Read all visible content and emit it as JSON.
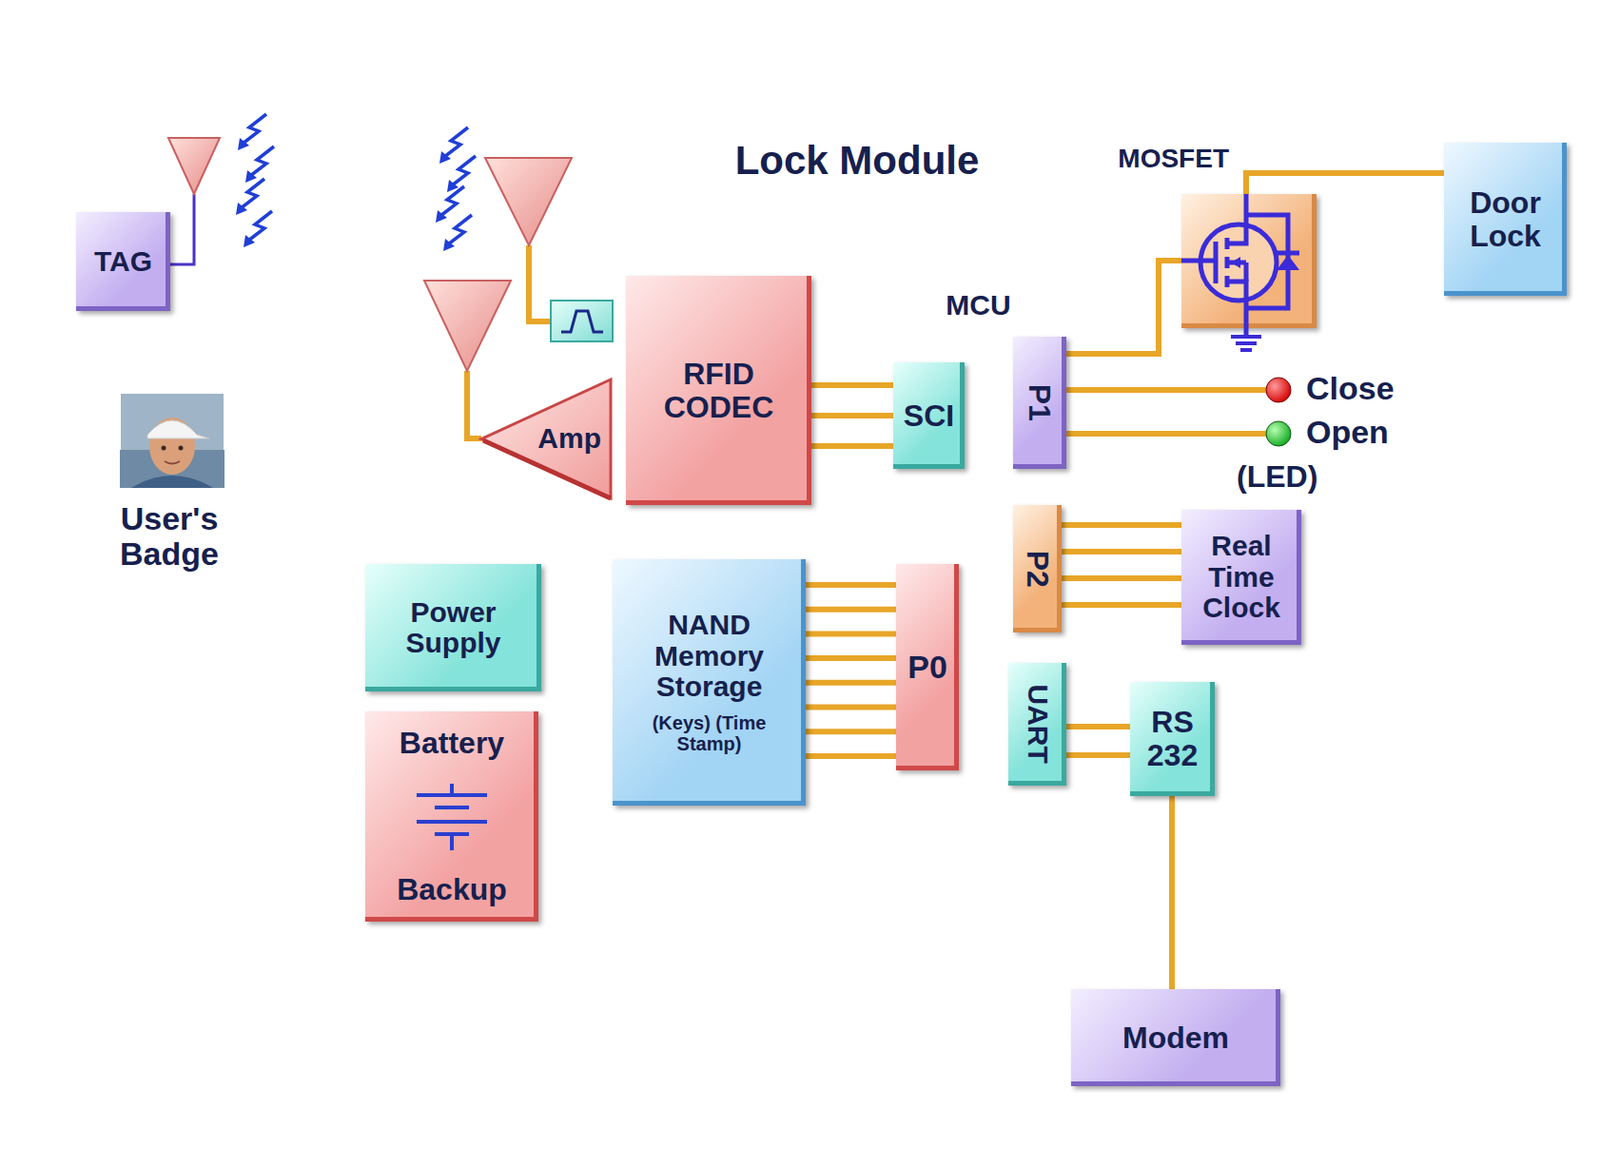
{
  "diagram": {
    "nodes": [
      {
        "text": [
          "User's Badge"
        ]
      },
      {
        "text": [
          "TAG"
        ],
        "in": 0
      },
      {
        "text": [
          "Lock Module"
        ]
      },
      {
        "text": [
          "MOSFET"
        ],
        "in": 2
      },
      {
        "text": [
          "Door Lock"
        ]
      },
      {
        "text": [
          "RFID CODEC"
        ],
        "in": 2
      },
      {
        "text": [
          "Amp"
        ],
        "in": 2
      },
      {
        "text": [
          "MCU"
        ],
        "in": 2
      },
      {
        "text": [
          "SCI"
        ],
        "in": 7
      },
      {
        "text": [
          "P1"
        ],
        "in": 7
      },
      {
        "text": [
          "P2"
        ],
        "in": 7
      },
      {
        "text": [
          "P0"
        ],
        "in": 7
      },
      {
        "text": [
          "UART"
        ],
        "in": 7
      },
      {
        "text": [
          "Real Time Clock"
        ],
        "in": 2
      },
      {
        "text": [
          "RS 232"
        ],
        "in": 2
      },
      {
        "text": [
          "NAND Memory Storage",
          "(Keys) (Time Stamp)"
        ],
        "in": 2
      },
      {
        "text": [
          "Power Supply"
        ],
        "in": 2
      },
      {
        "text": [
          "Battery",
          "Backup"
        ],
        "in": 2
      },
      {
        "text": [
          "Modem"
        ]
      }
    ],
    "edges": [
      {
        "from": 5,
        "to": 8,
        "arrow": "none"
      },
      {
        "from": 9,
        "to": 3,
        "arrow": "none"
      },
      {
        "from": 3,
        "to": 4,
        "arrow": "none"
      },
      {
        "from": 10,
        "to": 13,
        "arrow": "none"
      },
      {
        "from": 11,
        "to": 15,
        "arrow": "none"
      },
      {
        "from": 12,
        "to": 14,
        "arrow": "none"
      },
      {
        "from": 14,
        "to": 18,
        "arrow": "none"
      }
    ],
    "labels": [
      "Close",
      "Open",
      "(LED)"
    ]
  }
}
